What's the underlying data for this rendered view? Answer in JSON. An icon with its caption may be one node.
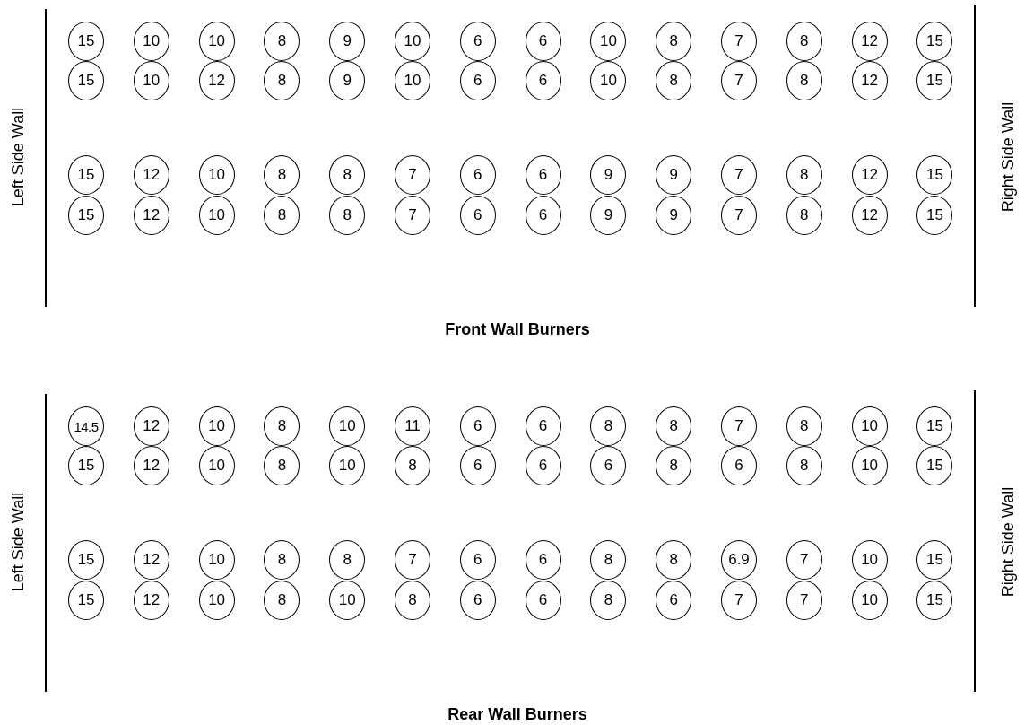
{
  "diagram": {
    "nodes": [
      {
        "text": [
          "15"
        ]
      },
      {
        "text": [
          "10"
        ]
      },
      {
        "text": [
          "10"
        ]
      },
      {
        "text": [
          "8"
        ]
      },
      {
        "text": [
          "9"
        ]
      },
      {
        "text": [
          "10"
        ]
      },
      {
        "text": [
          "6"
        ]
      },
      {
        "text": [
          "6"
        ]
      },
      {
        "text": [
          "10"
        ]
      },
      {
        "text": [
          "8"
        ]
      },
      {
        "text": [
          "7"
        ]
      },
      {
        "text": [
          "8"
        ]
      },
      {
        "text": [
          "12"
        ]
      },
      {
        "text": [
          "15"
        ]
      },
      {
        "text": [
          "15"
        ]
      },
      {
        "text": [
          "10"
        ]
      },
      {
        "text": [
          "12"
        ]
      },
      {
        "text": [
          "8"
        ]
      },
      {
        "text": [
          "9"
        ]
      },
      {
        "text": [
          "10"
        ]
      },
      {
        "text": [
          "6"
        ]
      },
      {
        "text": [
          "6"
        ]
      },
      {
        "text": [
          "10"
        ]
      },
      {
        "text": [
          "8"
        ]
      },
      {
        "text": [
          "7"
        ]
      },
      {
        "text": [
          "8"
        ]
      },
      {
        "text": [
          "12"
        ]
      },
      {
        "text": [
          "15"
        ]
      },
      {
        "text": [
          "15"
        ]
      },
      {
        "text": [
          "12"
        ]
      },
      {
        "text": [
          "10"
        ]
      },
      {
        "text": [
          "8"
        ]
      },
      {
        "text": [
          "8"
        ]
      },
      {
        "text": [
          "7"
        ]
      },
      {
        "text": [
          "6"
        ]
      },
      {
        "text": [
          "6"
        ]
      },
      {
        "text": [
          "9"
        ]
      },
      {
        "text": [
          "9"
        ]
      },
      {
        "text": [
          "7"
        ]
      },
      {
        "text": [
          "8"
        ]
      },
      {
        "text": [
          "12"
        ]
      },
      {
        "text": [
          "15"
        ]
      },
      {
        "text": [
          "15"
        ]
      },
      {
        "text": [
          "12"
        ]
      },
      {
        "text": [
          "10"
        ]
      },
      {
        "text": [
          "8"
        ]
      },
      {
        "text": [
          "8"
        ]
      },
      {
        "text": [
          "7"
        ]
      },
      {
        "text": [
          "6"
        ]
      },
      {
        "text": [
          "6"
        ]
      },
      {
        "text": [
          "9"
        ]
      },
      {
        "text": [
          "9"
        ]
      },
      {
        "text": [
          "7"
        ]
      },
      {
        "text": [
          "8"
        ]
      },
      {
        "text": [
          "12"
        ]
      },
      {
        "text": [
          "15"
        ]
      },
      {
        "text": [
          "14.5"
        ]
      },
      {
        "text": [
          "12"
        ]
      },
      {
        "text": [
          "10"
        ]
      },
      {
        "text": [
          "8"
        ]
      },
      {
        "text": [
          "10"
        ]
      },
      {
        "text": [
          "11"
        ]
      },
      {
        "text": [
          "6"
        ]
      },
      {
        "text": [
          "6"
        ]
      },
      {
        "text": [
          "8"
        ]
      },
      {
        "text": [
          "8"
        ]
      },
      {
        "text": [
          "7"
        ]
      },
      {
        "text": [
          "8"
        ]
      },
      {
        "text": [
          "10"
        ]
      },
      {
        "text": [
          "15"
        ]
      },
      {
        "text": [
          "15"
        ]
      },
      {
        "text": [
          "12"
        ]
      },
      {
        "text": [
          "10"
        ]
      },
      {
        "text": [
          "8"
        ]
      },
      {
        "text": [
          "10"
        ]
      },
      {
        "text": [
          "8"
        ]
      },
      {
        "text": [
          "6"
        ]
      },
      {
        "text": [
          "6"
        ]
      },
      {
        "text": [
          "6"
        ]
      },
      {
        "text": [
          "8"
        ]
      },
      {
        "text": [
          "6"
        ]
      },
      {
        "text": [
          "8"
        ]
      },
      {
        "text": [
          "10"
        ]
      },
      {
        "text": [
          "15"
        ]
      },
      {
        "text": [
          "15"
        ]
      },
      {
        "text": [
          "12"
        ]
      },
      {
        "text": [
          "10"
        ]
      },
      {
        "text": [
          "8"
        ]
      },
      {
        "text": [
          "8"
        ]
      },
      {
        "text": [
          "7"
        ]
      },
      {
        "text": [
          "6"
        ]
      },
      {
        "text": [
          "6"
        ]
      },
      {
        "text": [
          "8"
        ]
      },
      {
        "text": [
          "8"
        ]
      },
      {
        "text": [
          "6.9"
        ]
      },
      {
        "text": [
          "7"
        ]
      },
      {
        "text": [
          "10"
        ]
      },
      {
        "text": [
          "15"
        ]
      },
      {
        "text": [
          "15"
        ]
      },
      {
        "text": [
          "12"
        ]
      },
      {
        "text": [
          "10"
        ]
      },
      {
        "text": [
          "8"
        ]
      },
      {
        "text": [
          "10"
        ]
      },
      {
        "text": [
          "8"
        ]
      },
      {
        "text": [
          "6"
        ]
      },
      {
        "text": [
          "6"
        ]
      },
      {
        "text": [
          "8"
        ]
      },
      {
        "text": [
          "6"
        ]
      },
      {
        "text": [
          "7"
        ]
      },
      {
        "text": [
          "7"
        ]
      },
      {
        "text": [
          "10"
        ]
      },
      {
        "text": [
          "15"
        ]
      }
    ],
    "labels": [
      "Left Side Wall",
      "Right Side Wall",
      "Front Wall Burners",
      "Left Side Wall",
      "Right Side Wall",
      "Rear Wall Burners"
    ]
  }
}
